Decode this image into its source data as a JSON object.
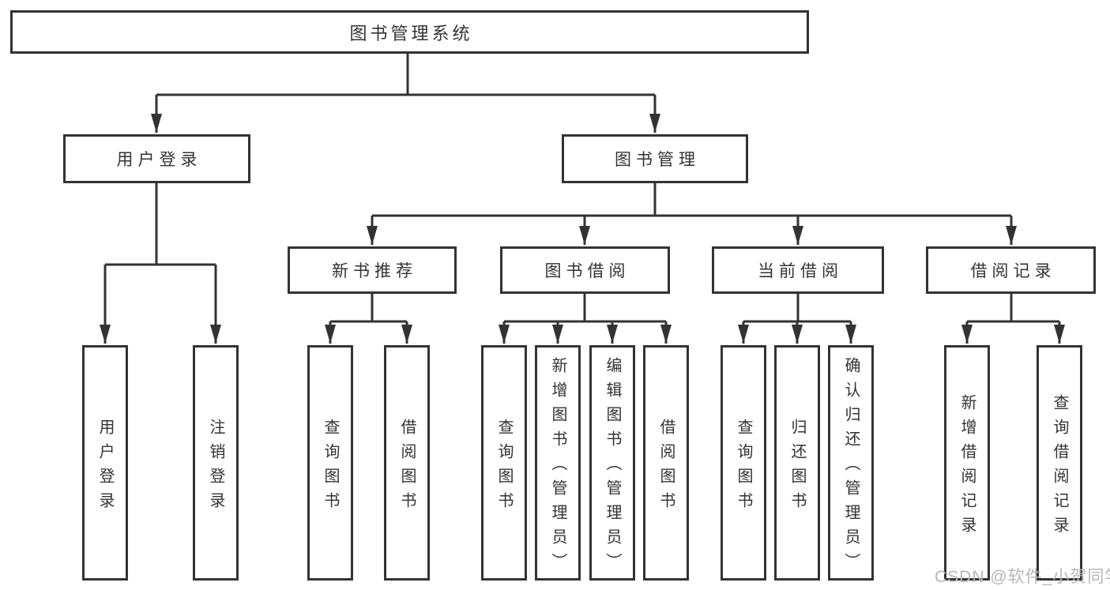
{
  "diagram": {
    "nodes": {
      "root": "图书管理系统",
      "level1": [
        "用户登录",
        "图书管理"
      ],
      "level2": [
        "新书推荐",
        "图书借阅",
        "当前借阅",
        "借阅记录"
      ],
      "leaves": [
        "用户登录",
        "注销登录",
        "查询图书",
        "借阅图书",
        "查询图书",
        "新增图书（管理员）",
        "编辑图书（管理员）",
        "借阅图书",
        "查询图书",
        "归还图书",
        "确认归还（管理员）",
        "新增借阅记录",
        "查询借阅记录"
      ]
    },
    "watermark": "CSDN @软件_小贺同学",
    "colors": {
      "line": "#333333",
      "box_border": "#333333",
      "box_fill": "#ffffff",
      "background": "#ffffff",
      "watermark": "#b7b7b7"
    }
  }
}
